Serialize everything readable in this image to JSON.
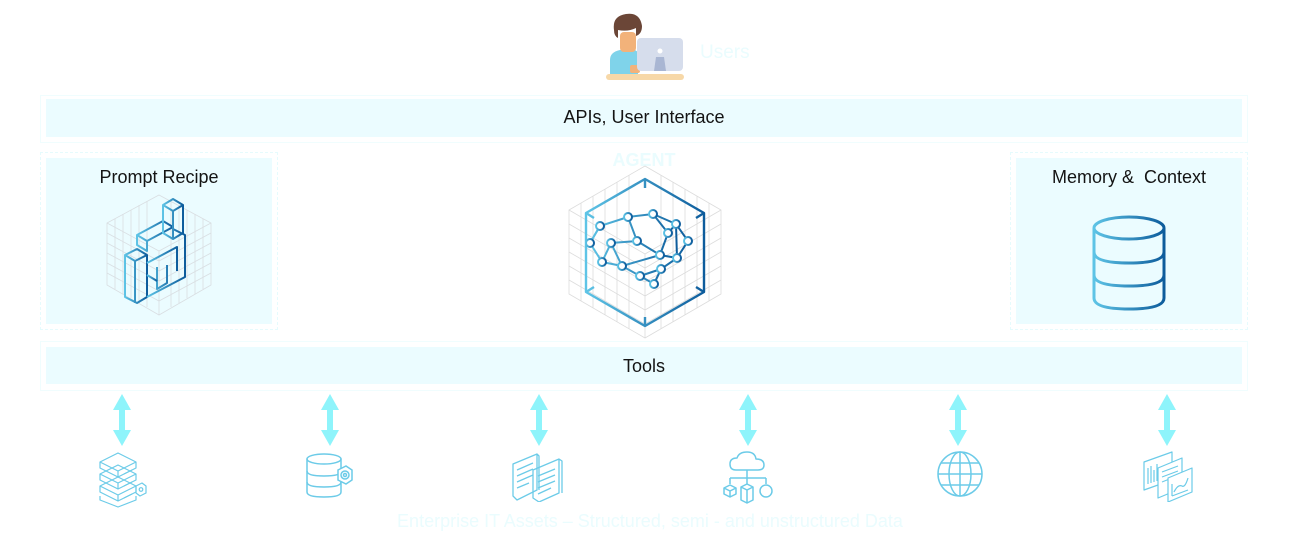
{
  "diagram": {
    "users": {
      "label": "Users",
      "icon": "user-at-computer-icon"
    },
    "api_layer": {
      "label": "APIs, User Interface"
    },
    "agent": {
      "label": "AGENT",
      "icon": "brain-network-hexagon-icon"
    },
    "prompt_recipe": {
      "label": "Prompt Recipe",
      "icon": "isometric-blocks-icon"
    },
    "memory": {
      "label": "Memory &  Context",
      "icon": "database-icon"
    },
    "tools": {
      "label": "Tools"
    },
    "assets": {
      "caption": "Enterprise IT Assets – Structured, semi - and unstructured Data",
      "items": [
        {
          "icon": "server-stack-icon"
        },
        {
          "icon": "database-gear-icon"
        },
        {
          "icon": "documents-icon"
        },
        {
          "icon": "cloud-network-icon"
        },
        {
          "icon": "globe-icon"
        },
        {
          "icon": "reports-charts-icon"
        }
      ]
    },
    "colors": {
      "box_fill": "#ebfcff",
      "arrow": "#8ef4fb",
      "gradient_start": "#5ec4e6",
      "gradient_end": "#0d5c9c",
      "asset_icon": "#6ccbe8"
    }
  }
}
